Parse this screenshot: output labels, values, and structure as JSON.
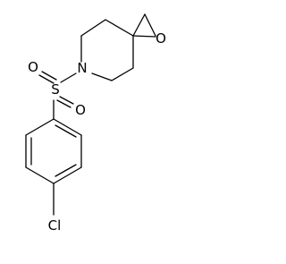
{
  "molecule": {
    "atoms": {
      "oxygen_epoxide": "O",
      "nitrogen": "N",
      "sulfur": "S",
      "oxygen_sulfonyl_upper": "O",
      "oxygen_sulfonyl_lower": "O",
      "chlorine": "Cl"
    },
    "colors": {
      "bond": "#000000",
      "label": "#000000",
      "background": "#ffffff"
    }
  }
}
